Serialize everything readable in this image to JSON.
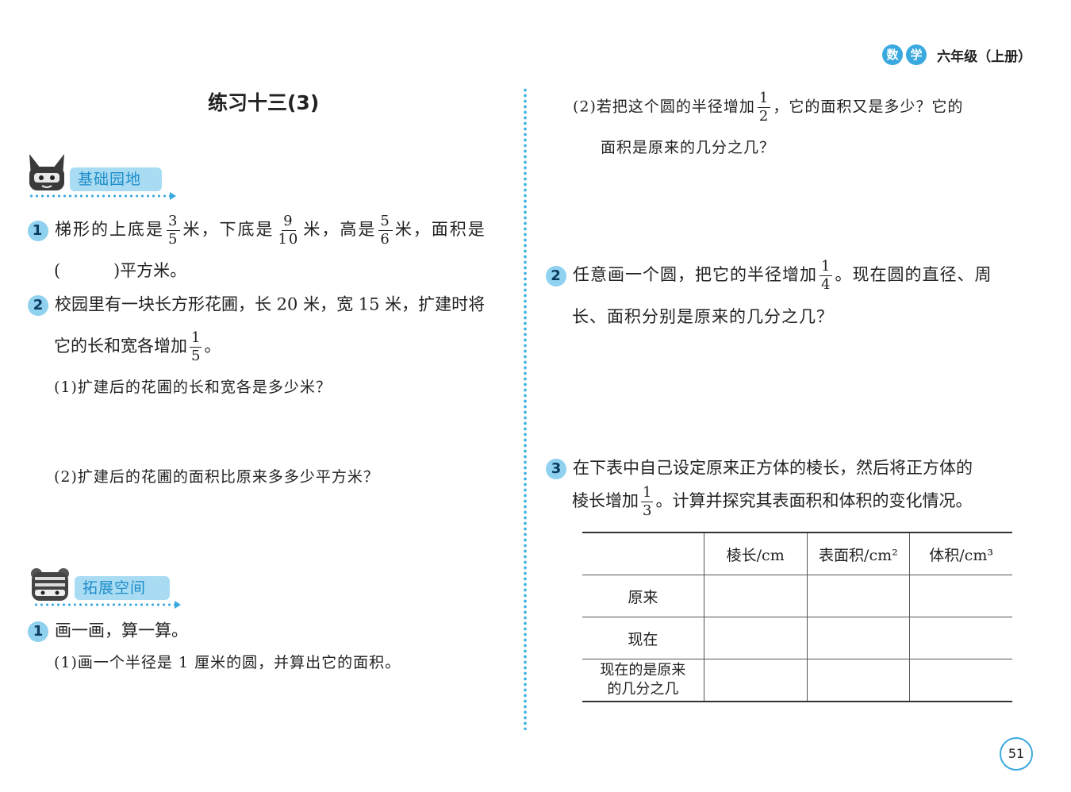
{
  "header": {
    "subject_char1": "数",
    "subject_char2": "学",
    "grade": "六年级（上册）"
  },
  "left": {
    "title": "练习十三(3)",
    "section1": "基础园地",
    "q1": {
      "num": "1",
      "p1": "梯形的上底是",
      "f1": {
        "n": "3",
        "d": "5"
      },
      "p2": "米，下底是",
      "f2": {
        "n": "9",
        "d": "10"
      },
      "p3": "米，高是",
      "f3": {
        "n": "5",
        "d": "6"
      },
      "p4": "米，面积是",
      "line2": "(          )平方米。"
    },
    "q2": {
      "num": "2",
      "line1": "校园里有一块长方形花圃，长 20 米，宽 15 米，扩建时将",
      "line2": "它的长和宽各增加",
      "f": {
        "n": "1",
        "d": "5"
      },
      "end": "。",
      "sub1": "(1)扩建后的花圃的长和宽各是多少米？",
      "sub2": "(2)扩建后的花圃的面积比原来多多少平方米？"
    },
    "section2": "拓展空间",
    "e1": {
      "num": "1",
      "line1": "画一画，算一算。",
      "sub1": "(1)画一个半径是 1 厘米的圆，并算出它的面积。"
    }
  },
  "right": {
    "e1sub2": {
      "p1": "(2)若把这个圆的半径增加",
      "f": {
        "n": "1",
        "d": "2"
      },
      "p2": "，它的面积又是多少？它的",
      "line2": "面积是原来的几分之几？"
    },
    "e2": {
      "num": "2",
      "p1": "任意画一个圆，把它的半径增加",
      "f": {
        "n": "1",
        "d": "4"
      },
      "p2": "。现在圆的直径、周",
      "line2": "长、面积分别是原来的几分之几？"
    },
    "e3": {
      "num": "3",
      "line1": "在下表中自己设定原来正方体的棱长，然后将正方体的",
      "p1": "棱长增加",
      "f": {
        "n": "1",
        "d": "3"
      },
      "p2": "。计算并探究其表面积和体积的变化情况。"
    },
    "table": {
      "headers": [
        "",
        "棱长/cm",
        "表面积/cm²",
        "体积/cm³"
      ],
      "rows": [
        {
          "label": "原来"
        },
        {
          "label": "现在"
        },
        {
          "label": "现在的是原来的几分之几"
        }
      ]
    }
  },
  "page_number": "51"
}
